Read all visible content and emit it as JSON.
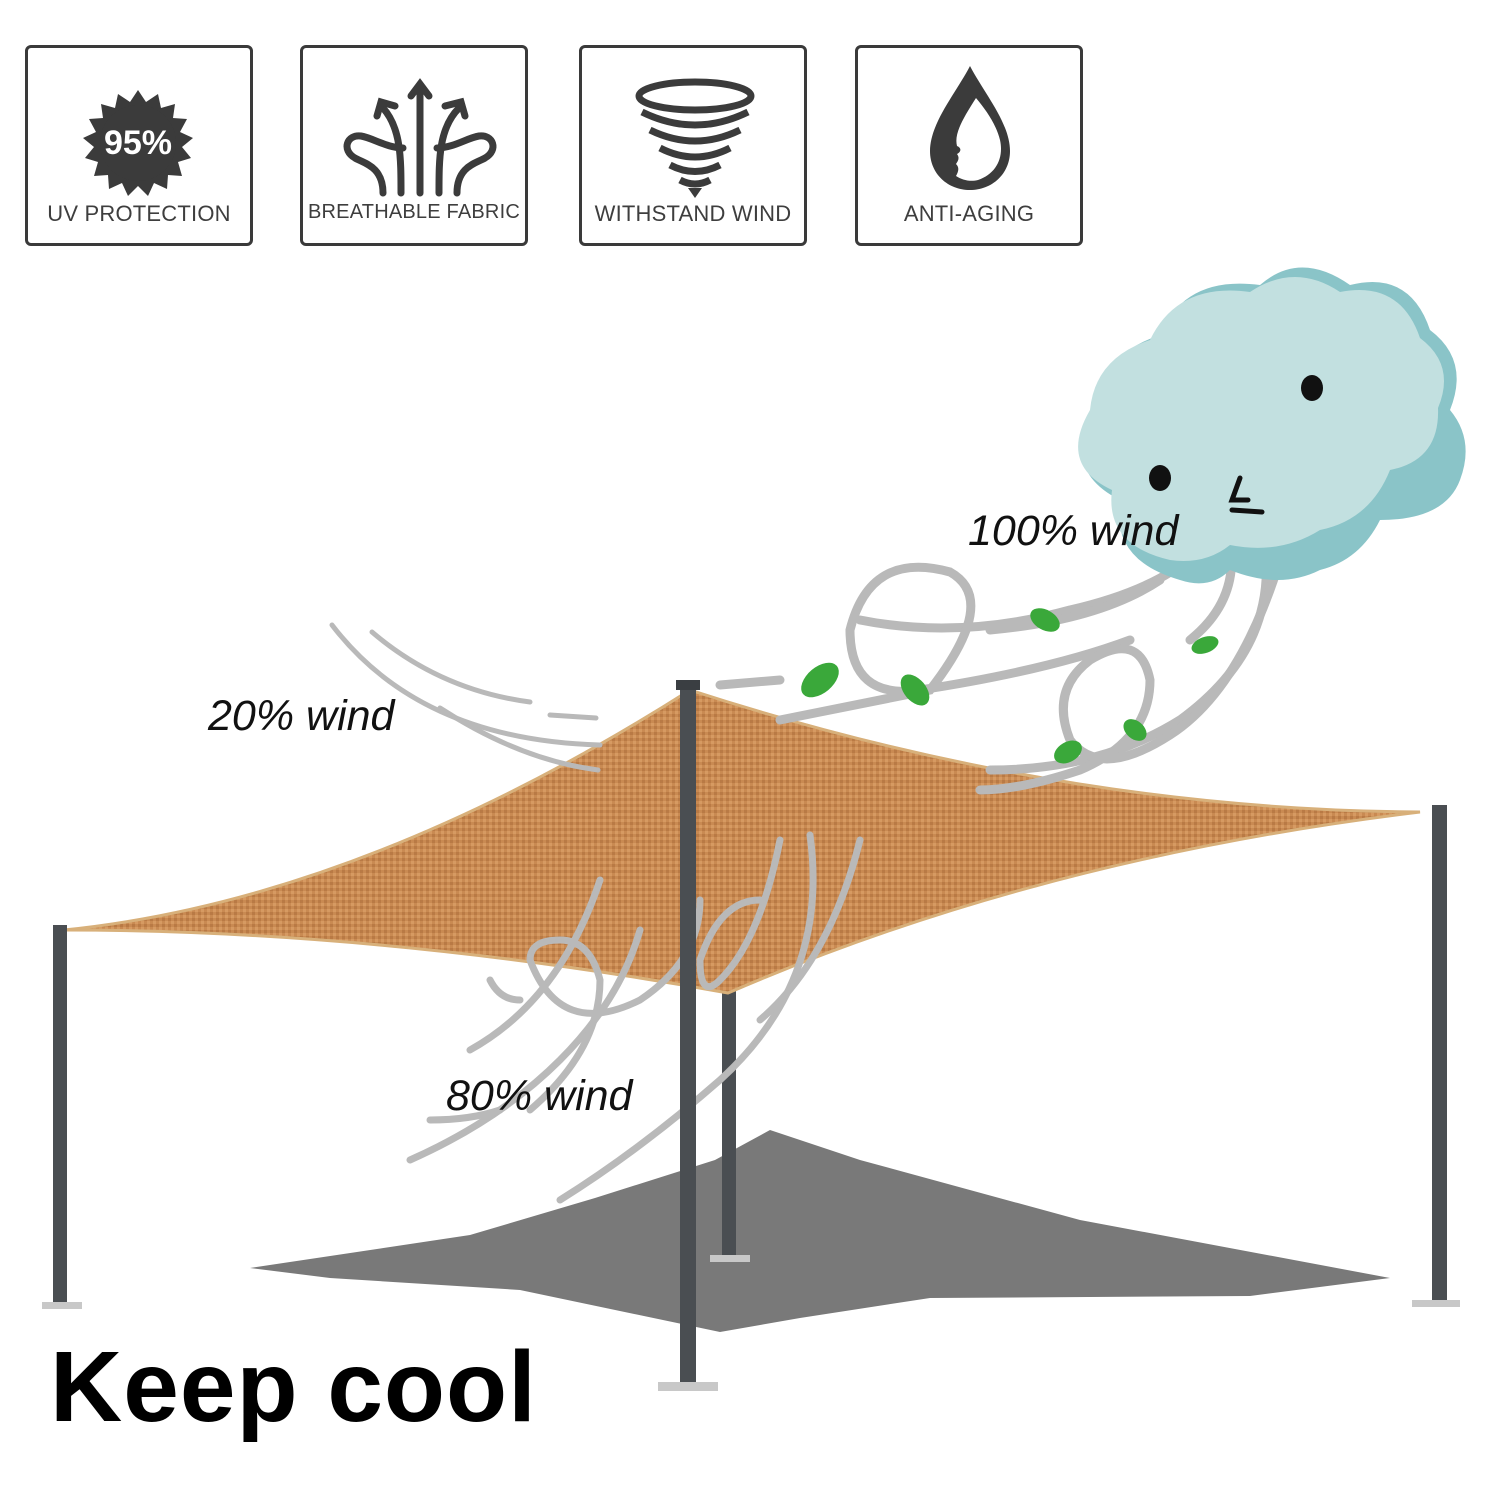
{
  "badges": [
    {
      "label": "UV PROTECTION",
      "value": "95%",
      "icon": "sun-burst-icon"
    },
    {
      "label": "BREATHABLE FABRIC",
      "icon": "airflow-arrows-icon"
    },
    {
      "label": "WITHSTAND WIND",
      "icon": "tornado-icon"
    },
    {
      "label": "ANTI-AGING",
      "icon": "water-drop-face-icon"
    }
  ],
  "wind_labels": {
    "full": "100% wind",
    "twenty": "20% wind",
    "eighty": "80% wind"
  },
  "headline": "Keep cool",
  "colors": {
    "shade_sail": "#c98a52",
    "pole": "#4a4e52",
    "shadow": "#7a7a7a",
    "cloud": "#c2e0e0",
    "cloud_shade": "#8ac4c8",
    "leaf": "#3aa83a",
    "wind_stroke": "#b9b9b9",
    "badge_border": "#3a3a3a"
  }
}
